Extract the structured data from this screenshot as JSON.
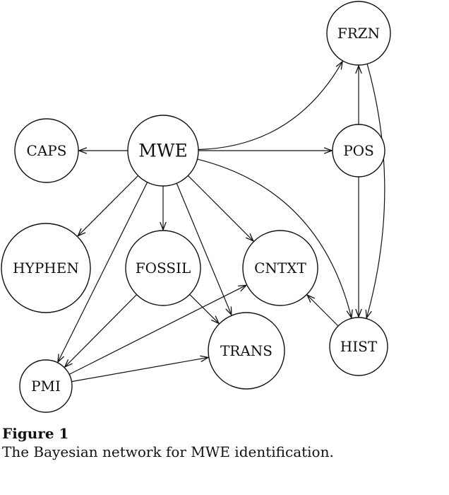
{
  "figure": {
    "label": "Figure 1",
    "caption": "The Bayesian network for MWE identification."
  },
  "nodes": [
    {
      "id": "MWE",
      "label": "MWE"
    },
    {
      "id": "FRZN",
      "label": "FRZN"
    },
    {
      "id": "CAPS",
      "label": "CAPS"
    },
    {
      "id": "POS",
      "label": "POS"
    },
    {
      "id": "HYPHEN",
      "label": "HYPHEN"
    },
    {
      "id": "FOSSIL",
      "label": "FOSSIL"
    },
    {
      "id": "CNTXT",
      "label": "CNTXT"
    },
    {
      "id": "TRANS",
      "label": "TRANS"
    },
    {
      "id": "HIST",
      "label": "HIST"
    },
    {
      "id": "PMI",
      "label": "PMI"
    }
  ],
  "edges": [
    {
      "from": "MWE",
      "to": "CAPS"
    },
    {
      "from": "MWE",
      "to": "POS"
    },
    {
      "from": "MWE",
      "to": "FRZN"
    },
    {
      "from": "MWE",
      "to": "HYPHEN"
    },
    {
      "from": "MWE",
      "to": "FOSSIL"
    },
    {
      "from": "MWE",
      "to": "CNTXT"
    },
    {
      "from": "MWE",
      "to": "TRANS"
    },
    {
      "from": "MWE",
      "to": "PMI"
    },
    {
      "from": "MWE",
      "to": "HIST"
    },
    {
      "from": "POS",
      "to": "FRZN"
    },
    {
      "from": "POS",
      "to": "HIST"
    },
    {
      "from": "FRZN",
      "to": "HIST"
    },
    {
      "from": "HIST",
      "to": "CNTXT"
    },
    {
      "from": "FOSSIL",
      "to": "TRANS"
    },
    {
      "from": "FOSSIL",
      "to": "PMI"
    },
    {
      "from": "PMI",
      "to": "TRANS"
    },
    {
      "from": "PMI",
      "to": "CNTXT"
    }
  ]
}
